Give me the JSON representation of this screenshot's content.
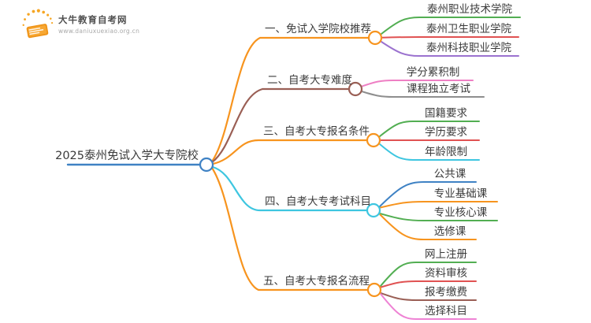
{
  "logo": {
    "title": "大牛教育自考网",
    "url": "www.daniuxuexiao.org.cn",
    "icon_color": "#f0961b"
  },
  "root": {
    "label": "2025泰州免试入学大专院校",
    "color": "#3f82c4"
  },
  "branches": [
    {
      "label": "一、免试入学院校推荐",
      "color": "#f7941e",
      "children": [
        {
          "label": "泰州职业技术学院",
          "color": "#52ae52"
        },
        {
          "label": "泰州卫生职业学院",
          "color": "#e05252"
        },
        {
          "label": "泰州科技职业学院",
          "color": "#9b72cf"
        }
      ]
    },
    {
      "label": "二、自考大专难度",
      "color": "#9a5f55",
      "children": [
        {
          "label": "学分累积制",
          "color": "#ee7fc4"
        },
        {
          "label": "课程独立考试",
          "color": "#8e8e8e"
        }
      ]
    },
    {
      "label": "三、自考大专报名条件",
      "color": "#f7941e",
      "children": [
        {
          "label": "国籍要求",
          "color": "#52ae52"
        },
        {
          "label": "学历要求",
          "color": "#e05252"
        },
        {
          "label": "年龄限制",
          "color": "#3ec6e0"
        }
      ]
    },
    {
      "label": "四、自考大专考试科目",
      "color": "#3ec6e0",
      "children": [
        {
          "label": "公共课",
          "color": "#3f82c4"
        },
        {
          "label": "专业基础课",
          "color": "#f7941e"
        },
        {
          "label": "专业核心课",
          "color": "#52ae52"
        },
        {
          "label": "选修课",
          "color": "#f7941e"
        }
      ]
    },
    {
      "label": "五、自考大专报名流程",
      "color": "#f7941e",
      "children": [
        {
          "label": "网上注册",
          "color": "#52ae52"
        },
        {
          "label": "资料审核",
          "color": "#e05252"
        },
        {
          "label": "报考缴费",
          "color": "#9a5f55"
        },
        {
          "label": "选择科目",
          "color": "#ee82d4"
        }
      ]
    }
  ]
}
